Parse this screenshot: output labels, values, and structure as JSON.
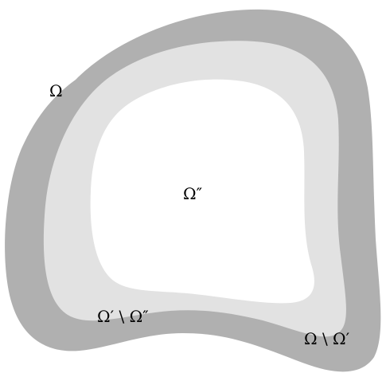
{
  "diagram": {
    "regions": [
      {
        "id": "omega",
        "label": "Ω",
        "color": "#b0b0b0"
      },
      {
        "id": "omega-prime",
        "label": "",
        "color": "#e2e2e2"
      },
      {
        "id": "omega-double-prime",
        "label": "Ω″",
        "color": "#ffffff"
      }
    ],
    "annotations": {
      "omega_label": "Ω",
      "omega_double_prime_label": "Ω″",
      "omega_prime_minus_omega_double_prime_label": "Ω′ \\ Ω″",
      "omega_minus_omega_prime_label": "Ω \\ Ω′"
    }
  }
}
